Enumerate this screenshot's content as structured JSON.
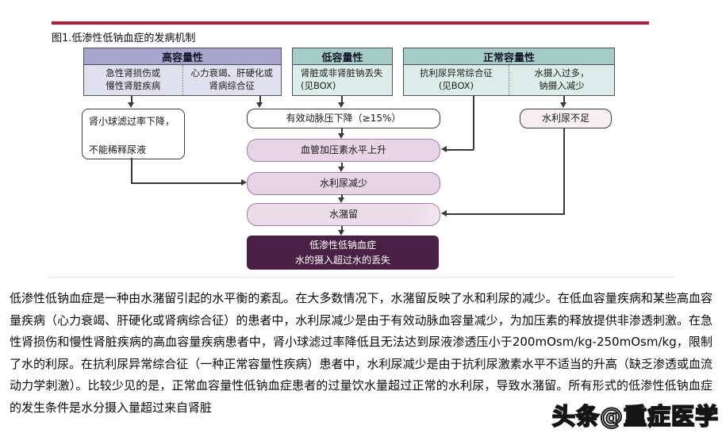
{
  "colors": {
    "accent-red": "#ad1e3a",
    "purple-header": "#a9a6ce",
    "purple-body": "#e1e0ef",
    "teal-header": "#a5ccc6",
    "teal-body": "#dcede9",
    "pink-fill": "#e7d4e4",
    "pink-border": "#a07fa0",
    "retention-fill": "#ecdbe9",
    "final-bg": "#4a2144",
    "arrow": "#3a3a3a"
  },
  "figure": {
    "title": "图1.低渗性低钠血症的发病机制",
    "columns": [
      {
        "header": "高容量性",
        "cells": [
          "急性肾损伤或\n慢性肾脏疾病",
          "心力衰竭、肝硬化或\n肾病综合征"
        ]
      },
      {
        "header": "低容量性",
        "cells": [
          "肾脏或非肾脏钠丢失\n(见BOX)"
        ]
      },
      {
        "header": "正常容量性",
        "cells": [
          "抗利尿异常综合征\n(见BOX)",
          "水摄入过多，\n钠摄入减少"
        ]
      }
    ],
    "boxes": {
      "gfr": "肾小球滤过率下降，\n\n不能稀释尿液",
      "arterial": "有效动脉压下降（≥15%）",
      "vasopressin": "血管加压素水平上升",
      "water_diuresis_decrease": "水利尿减少",
      "water_retention": "水潴留",
      "final": "低渗性低钠血症\n水的摄入超过水的丢失",
      "water_diuresis_insufficient": "水利尿不足"
    }
  },
  "body_text": "低渗性低钠血症是一种由水潴留引起的水平衡的紊乱。在大多数情况下，水潴留反映了水和利尿的减少。在低血容量疾病和某些高血容量疾病（心力衰竭、肝硬化或肾病综合征）的患者中，水利尿减少是由于有效动脉血容量减少，为加压素的释放提供非渗透刺激。在急性肾损伤和慢性肾脏疾病的高血容量疾病患者中，肾小球滤过率降低且无法达到尿液渗透压小于200mOsm/kg-250mOsm/kg，限制了水的利尿。在抗利尿异常综合征（一种正常容量性疾病）患者中，水利尿减少是由于抗利尿激素水平不适当的升高（缺乏渗透或血流动力学刺激）。比较少见的是，正常血容量性低钠血症患者的过量饮水量超过正常的水利尿，导致水潴留。所有形式的低渗性低钠血症的发生条件是水分摄入量超过来自肾脏",
  "watermark": "头条@重症医学"
}
